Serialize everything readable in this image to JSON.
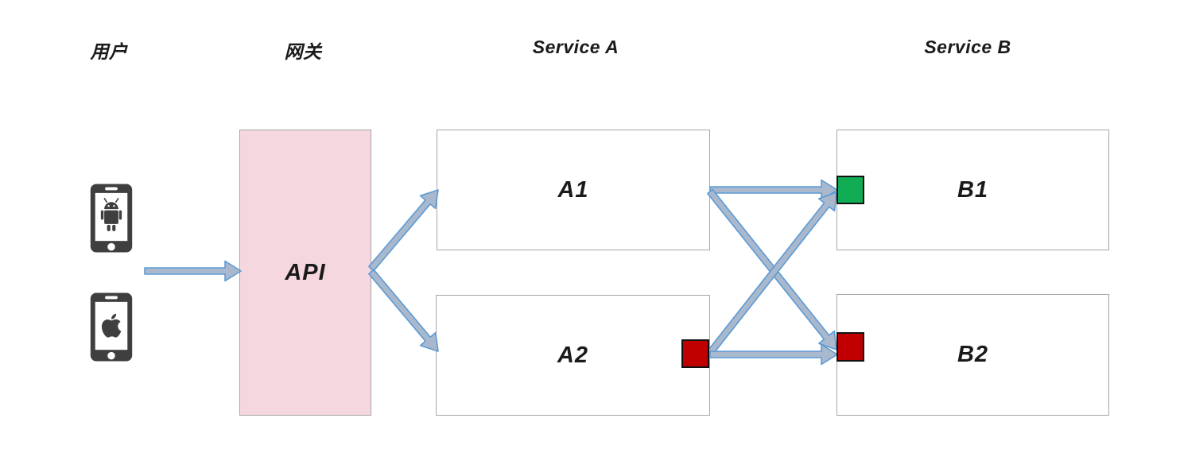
{
  "diagram": {
    "columns": [
      {
        "id": "users",
        "label": "用户"
      },
      {
        "id": "gateway",
        "label": "网关"
      },
      {
        "id": "service-a",
        "label": "Service A"
      },
      {
        "id": "service-b",
        "label": "Service B"
      }
    ],
    "nodes": {
      "api": {
        "label": "API"
      },
      "a1": {
        "label": "A1"
      },
      "a2": {
        "label": "A2"
      },
      "b1": {
        "label": "B1"
      },
      "b2": {
        "label": "B2"
      }
    },
    "icons": [
      {
        "name": "android-phone-icon"
      },
      {
        "name": "apple-phone-icon"
      }
    ],
    "markers": [
      {
        "node": "b1",
        "status": "green"
      },
      {
        "node": "a2",
        "status": "red"
      },
      {
        "node": "b2",
        "status": "red"
      }
    ],
    "colors": {
      "api_fill": "#f5d7df",
      "box_border": "#a6a6a6",
      "arrow_fill": "#a9b8cc",
      "arrow_stroke": "#5b9bd5",
      "green": "#10ad55",
      "red": "#c00000",
      "phone": "#3f3f3f",
      "marker_border": "#111111",
      "text": "#1a1a1a"
    }
  }
}
